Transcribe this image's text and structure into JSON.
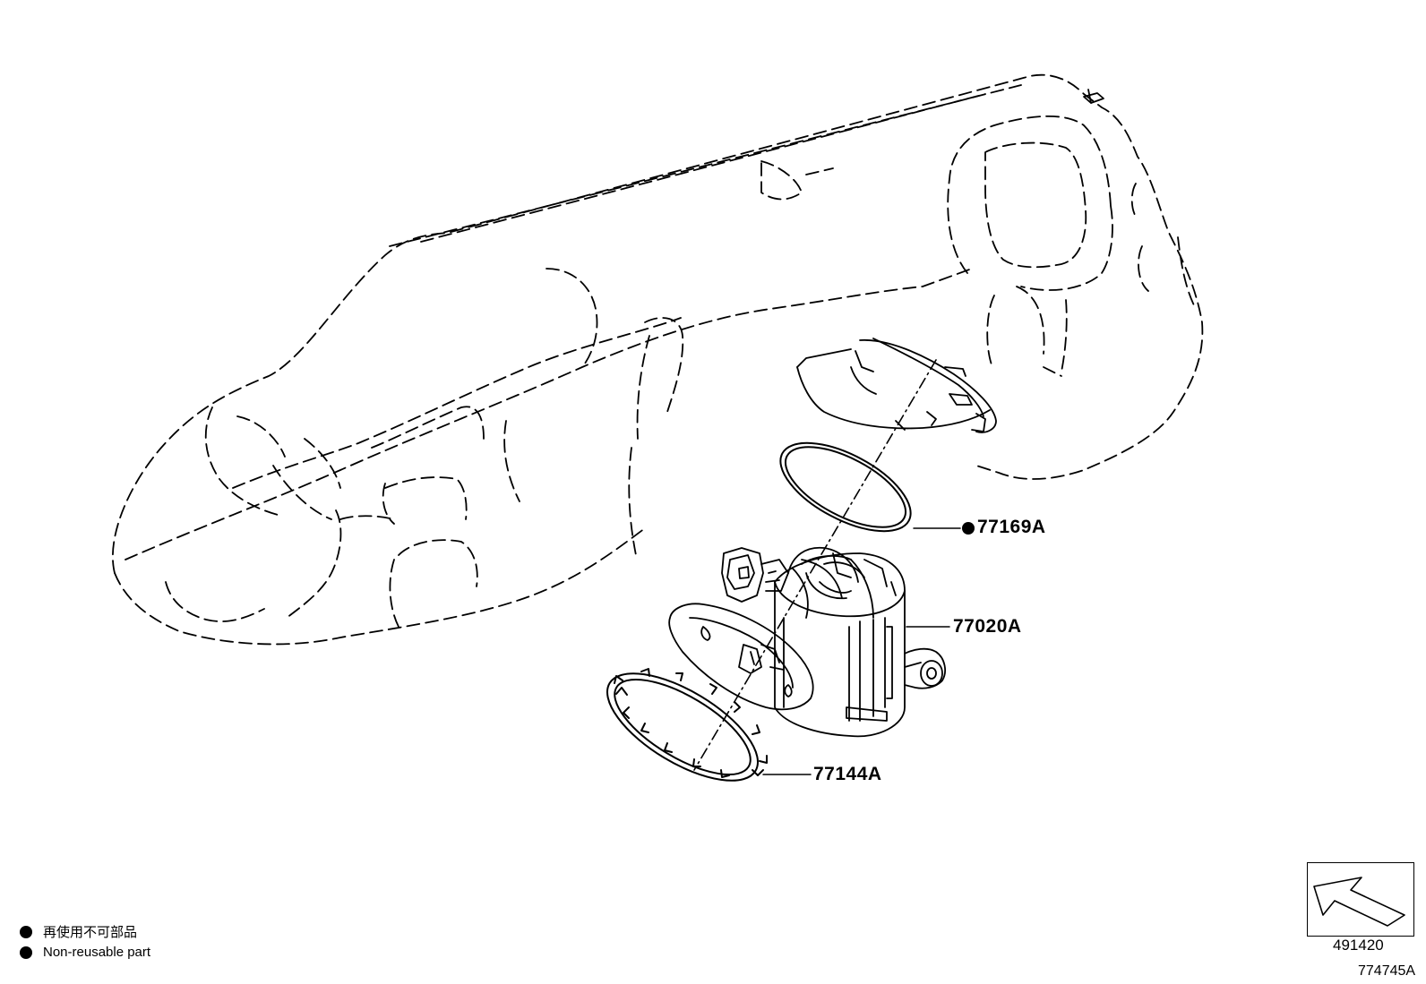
{
  "callouts": {
    "gasket": {
      "part": "77169A",
      "nonreusable": true
    },
    "pump": {
      "part": "77020A"
    },
    "retainer": {
      "part": "77144A"
    }
  },
  "legend": {
    "jp": "再使用不可部品",
    "en": "Non-reusable part"
  },
  "view_ref": {
    "code": "491420",
    "icon": "view-direction-arrow-icon"
  },
  "figure_id": "774745A"
}
